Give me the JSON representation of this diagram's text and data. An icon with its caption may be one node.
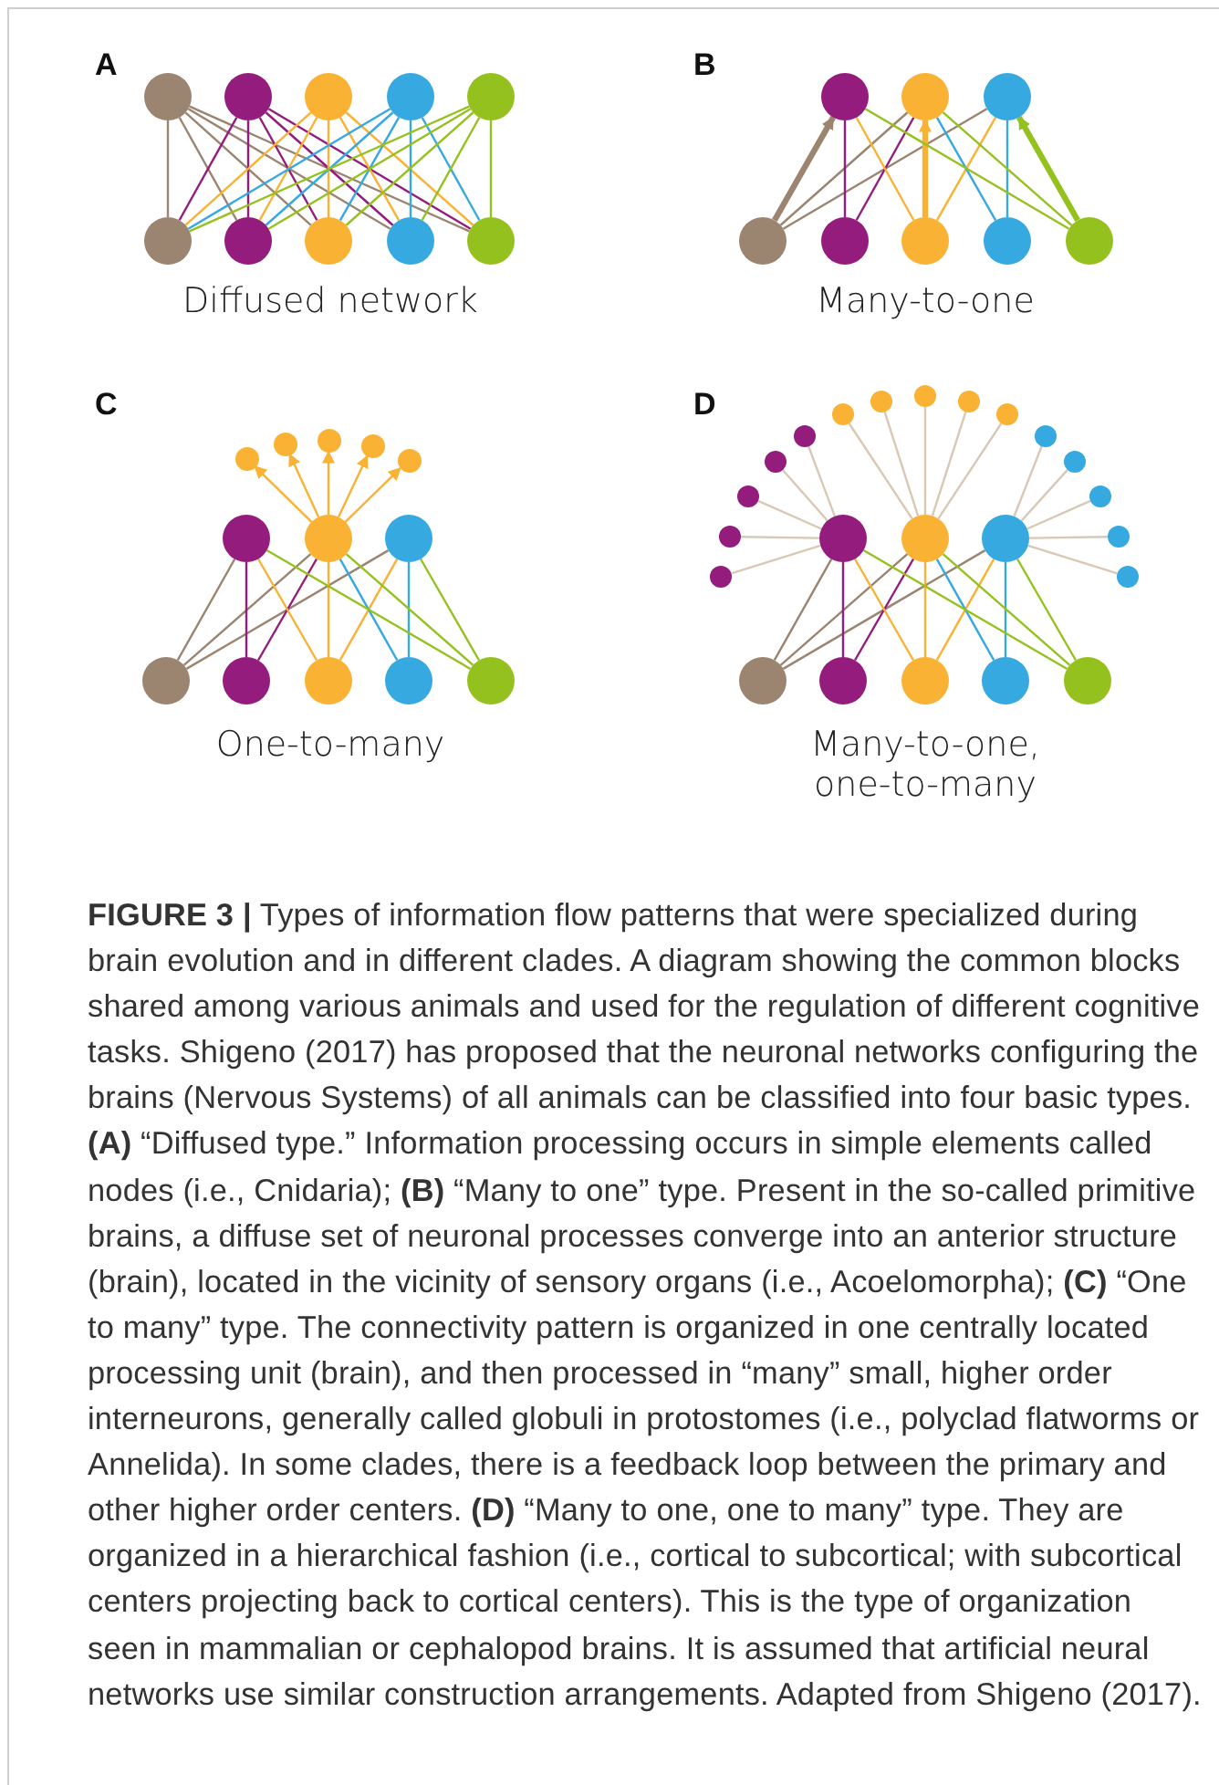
{
  "diagram": {
    "caption": "**FIGURE 3 |** Types of information flow patterns that were specialized during brain evolution and in different clades. A diagram showing the common blocks shared among various animals and used for the regulation of different cognitive tasks. Shigeno (2017) has proposed that the neuronal networks configuring the brains (Nervous Systems) of all animals can be classified into four basic types. **(A)** “Diffused type.” Information processing occurs in simple elements called nodes (i.e., Cnidaria); **(B)** “Many to one” type. Present in the so-called primitive brains, a diffuse set of neuronal processes converge into an anterior structure (brain), located in the vicinity of sensory organs (i.e., Acoelomorpha); **(C)** “One to many” type. The connectivity pattern is organized in one centrally located processing unit (brain), and then processed in “many” small, higher order interneurons, generally called globuli in protostomes (i.e., polyclad flatworms or Annelida). In some clades, there is a feedback loop between the primary and other higher order centers. **(D)** “Many to one, one to many” type. They are organized in a hierarchical fashion (i.e., cortical to subcortical; with subcortical centers projecting back to cortical centers). This is the type of organization seen in mammalian or cephalopod brains. It is assumed that artificial neural networks use similar construction arrangements. Adapted from Shigeno (2017).",
    "nodes": [
      {
        "text": [],
        "shape": "circle"
      },
      {
        "text": [],
        "shape": "circle"
      },
      {
        "text": [],
        "shape": "circle"
      },
      {
        "text": [],
        "shape": "circle"
      },
      {
        "text": [],
        "shape": "circle"
      },
      {
        "text": [],
        "shape": "circle"
      },
      {
        "text": [],
        "shape": "circle"
      },
      {
        "text": [],
        "shape": "circle"
      },
      {
        "text": [],
        "shape": "circle"
      },
      {
        "text": [],
        "shape": "circle"
      },
      {
        "text": [],
        "shape": "circle"
      },
      {
        "text": [],
        "shape": "circle"
      },
      {
        "text": [],
        "shape": "circle"
      },
      {
        "text": [],
        "shape": "circle"
      },
      {
        "text": [],
        "shape": "circle"
      },
      {
        "text": [],
        "shape": "circle"
      },
      {
        "text": [],
        "shape": "circle"
      },
      {
        "text": [],
        "shape": "circle"
      },
      {
        "text": [],
        "shape": "circle"
      },
      {
        "text": [],
        "shape": "circle"
      },
      {
        "text": [],
        "shape": "circle"
      },
      {
        "text": [],
        "shape": "circle"
      },
      {
        "text": [],
        "shape": "circle"
      },
      {
        "text": [],
        "shape": "circle"
      },
      {
        "text": [],
        "shape": "circle"
      },
      {
        "text": [],
        "shape": "circle"
      },
      {
        "text": [],
        "shape": "circle"
      },
      {
        "text": [],
        "shape": "circle"
      },
      {
        "text": [],
        "shape": "circle"
      },
      {
        "text": [],
        "shape": "circle"
      },
      {
        "text": [],
        "shape": "circle"
      },
      {
        "text": [],
        "shape": "circle"
      },
      {
        "text": [],
        "shape": "circle"
      },
      {
        "text": [],
        "shape": "circle"
      },
      {
        "text": [],
        "shape": "circle"
      },
      {
        "text": [],
        "shape": "circle"
      },
      {
        "text": [],
        "shape": "circle"
      },
      {
        "text": [],
        "shape": "circle"
      },
      {
        "text": [],
        "shape": "circle"
      },
      {
        "text": [],
        "shape": "circle"
      },
      {
        "text": [],
        "shape": "circle"
      },
      {
        "text": [],
        "shape": "circle"
      },
      {
        "text": [],
        "shape": "circle"
      },
      {
        "text": [],
        "shape": "circle"
      },
      {
        "text": [],
        "shape": "circle"
      },
      {
        "text": [],
        "shape": "circle"
      },
      {
        "text": [],
        "shape": "circle"
      },
      {
        "text": [],
        "shape": "circle"
      },
      {
        "text": [],
        "shape": "circle"
      },
      {
        "text": [],
        "shape": "circle"
      },
      {
        "text": [],
        "shape": "circle"
      },
      {
        "text": [],
        "shape": "circle"
      },
      {
        "text": [],
        "shape": "circle"
      },
      {
        "text": [],
        "shape": "circle"
      }
    ],
    "edges": [
      {
        "from": 0,
        "to": 5,
        "arrow": "none",
        "color": "#9b8470"
      },
      {
        "from": 0,
        "to": 6,
        "arrow": "none",
        "color": "#9b8470"
      },
      {
        "from": 0,
        "to": 7,
        "arrow": "none",
        "color": "#9b8470"
      },
      {
        "from": 0,
        "to": 8,
        "arrow": "none",
        "color": "#9b8470"
      },
      {
        "from": 0,
        "to": 9,
        "arrow": "none",
        "color": "#9b8470"
      },
      {
        "from": 1,
        "to": 5,
        "arrow": "none",
        "color": "#931c7c"
      },
      {
        "from": 1,
        "to": 6,
        "arrow": "none",
        "color": "#931c7c"
      },
      {
        "from": 1,
        "to": 7,
        "arrow": "none",
        "color": "#931c7c"
      },
      {
        "from": 1,
        "to": 8,
        "arrow": "none",
        "color": "#931c7c"
      },
      {
        "from": 1,
        "to": 9,
        "arrow": "none",
        "color": "#931c7c"
      },
      {
        "from": 2,
        "to": 5,
        "arrow": "none",
        "color": "#f9b233"
      },
      {
        "from": 2,
        "to": 6,
        "arrow": "none",
        "color": "#f9b233"
      },
      {
        "from": 2,
        "to": 7,
        "arrow": "none",
        "color": "#f9b233"
      },
      {
        "from": 2,
        "to": 8,
        "arrow": "none",
        "color": "#f9b233"
      },
      {
        "from": 2,
        "to": 9,
        "arrow": "none",
        "color": "#f9b233"
      },
      {
        "from": 3,
        "to": 5,
        "arrow": "none",
        "color": "#36a9e1"
      },
      {
        "from": 3,
        "to": 6,
        "arrow": "none",
        "color": "#36a9e1"
      },
      {
        "from": 3,
        "to": 7,
        "arrow": "none",
        "color": "#36a9e1"
      },
      {
        "from": 3,
        "to": 8,
        "arrow": "none",
        "color": "#36a9e1"
      },
      {
        "from": 3,
        "to": 9,
        "arrow": "none",
        "color": "#36a9e1"
      },
      {
        "from": 4,
        "to": 5,
        "arrow": "none",
        "color": "#95c11f"
      },
      {
        "from": 4,
        "to": 6,
        "arrow": "none",
        "color": "#95c11f"
      },
      {
        "from": 4,
        "to": 7,
        "arrow": "none",
        "color": "#95c11f"
      },
      {
        "from": 4,
        "to": 8,
        "arrow": "none",
        "color": "#95c11f"
      },
      {
        "from": 4,
        "to": 9,
        "arrow": "none",
        "color": "#95c11f"
      },
      {
        "from": 13,
        "to": 11,
        "arrow": "none",
        "color": "#9b8470"
      },
      {
        "from": 13,
        "to": 12,
        "arrow": "none",
        "color": "#9b8470"
      },
      {
        "from": 13,
        "to": 10,
        "arrow": "to",
        "style": "thick",
        "color": "#9b8470"
      },
      {
        "from": 14,
        "to": 10,
        "arrow": "none",
        "color": "#931c7c"
      },
      {
        "from": 14,
        "to": 11,
        "arrow": "none",
        "color": "#931c7c"
      },
      {
        "from": 15,
        "to": 10,
        "arrow": "none",
        "color": "#f9b233"
      },
      {
        "from": 15,
        "to": 12,
        "arrow": "none",
        "color": "#f9b233"
      },
      {
        "from": 15,
        "to": 11,
        "arrow": "to",
        "style": "thick",
        "color": "#f9b233"
      },
      {
        "from": 16,
        "to": 11,
        "arrow": "none",
        "color": "#36a9e1"
      },
      {
        "from": 16,
        "to": 12,
        "arrow": "none",
        "color": "#36a9e1"
      },
      {
        "from": 17,
        "to": 10,
        "arrow": "none",
        "color": "#95c11f"
      },
      {
        "from": 17,
        "to": 11,
        "arrow": "none",
        "color": "#95c11f"
      },
      {
        "from": 17,
        "to": 12,
        "arrow": "to",
        "style": "thick",
        "color": "#95c11f"
      },
      {
        "from": 24,
        "to": 18,
        "arrow": "to",
        "color": "#f9b233"
      },
      {
        "from": 24,
        "to": 19,
        "arrow": "to",
        "color": "#f9b233"
      },
      {
        "from": 24,
        "to": 20,
        "arrow": "to",
        "color": "#f9b233"
      },
      {
        "from": 24,
        "to": 21,
        "arrow": "to",
        "color": "#f9b233"
      },
      {
        "from": 24,
        "to": 22,
        "arrow": "to",
        "color": "#f9b233"
      },
      {
        "from": 26,
        "to": 23,
        "arrow": "none",
        "color": "#9b8470"
      },
      {
        "from": 26,
        "to": 24,
        "arrow": "none",
        "color": "#9b8470"
      },
      {
        "from": 26,
        "to": 25,
        "arrow": "none",
        "color": "#9b8470"
      },
      {
        "from": 27,
        "to": 23,
        "arrow": "none",
        "color": "#931c7c"
      },
      {
        "from": 27,
        "to": 24,
        "arrow": "none",
        "color": "#931c7c"
      },
      {
        "from": 28,
        "to": 23,
        "arrow": "none",
        "color": "#f9b233"
      },
      {
        "from": 28,
        "to": 24,
        "arrow": "none",
        "color": "#f9b233"
      },
      {
        "from": 28,
        "to": 25,
        "arrow": "none",
        "color": "#f9b233"
      },
      {
        "from": 29,
        "to": 24,
        "arrow": "none",
        "color": "#36a9e1"
      },
      {
        "from": 29,
        "to": 25,
        "arrow": "none",
        "color": "#36a9e1"
      },
      {
        "from": 30,
        "to": 23,
        "arrow": "none",
        "color": "#95c11f"
      },
      {
        "from": 30,
        "to": 24,
        "arrow": "none",
        "color": "#95c11f"
      },
      {
        "from": 30,
        "to": 25,
        "arrow": "none",
        "color": "#95c11f"
      },
      {
        "from": 46,
        "to": 31,
        "arrow": "none",
        "color": "#d8c8b4"
      },
      {
        "from": 46,
        "to": 32,
        "arrow": "none",
        "color": "#d8c8b4"
      },
      {
        "from": 46,
        "to": 33,
        "arrow": "none",
        "color": "#d8c8b4"
      },
      {
        "from": 46,
        "to": 34,
        "arrow": "none",
        "color": "#d8c8b4"
      },
      {
        "from": 46,
        "to": 35,
        "arrow": "none",
        "color": "#d8c8b4"
      },
      {
        "from": 47,
        "to": 36,
        "arrow": "none",
        "color": "#d8c8b4"
      },
      {
        "from": 47,
        "to": 37,
        "arrow": "none",
        "color": "#d8c8b4"
      },
      {
        "from": 47,
        "to": 38,
        "arrow": "none",
        "color": "#d8c8b4"
      },
      {
        "from": 47,
        "to": 39,
        "arrow": "none",
        "color": "#d8c8b4"
      },
      {
        "from": 47,
        "to": 40,
        "arrow": "none",
        "color": "#d8c8b4"
      },
      {
        "from": 48,
        "to": 41,
        "arrow": "none",
        "color": "#d8c8b4"
      },
      {
        "from": 48,
        "to": 42,
        "arrow": "none",
        "color": "#d8c8b4"
      },
      {
        "from": 48,
        "to": 43,
        "arrow": "none",
        "color": "#d8c8b4"
      },
      {
        "from": 48,
        "to": 44,
        "arrow": "none",
        "color": "#d8c8b4"
      },
      {
        "from": 48,
        "to": 45,
        "arrow": "none",
        "color": "#d8c8b4"
      },
      {
        "from": 49,
        "to": 46,
        "arrow": "none",
        "color": "#9b8470"
      },
      {
        "from": 49,
        "to": 47,
        "arrow": "none",
        "color": "#9b8470"
      },
      {
        "from": 49,
        "to": 48,
        "arrow": "none",
        "color": "#9b8470"
      },
      {
        "from": 50,
        "to": 46,
        "arrow": "none",
        "color": "#931c7c"
      },
      {
        "from": 50,
        "to": 47,
        "arrow": "none",
        "color": "#931c7c"
      },
      {
        "from": 51,
        "to": 46,
        "arrow": "none",
        "color": "#f9b233"
      },
      {
        "from": 51,
        "to": 47,
        "arrow": "none",
        "color": "#f9b233"
      },
      {
        "from": 51,
        "to": 48,
        "arrow": "none",
        "color": "#f9b233"
      },
      {
        "from": 52,
        "to": 47,
        "arrow": "none",
        "color": "#36a9e1"
      },
      {
        "from": 52,
        "to": 48,
        "arrow": "none",
        "color": "#36a9e1"
      },
      {
        "from": 53,
        "to": 46,
        "arrow": "none",
        "color": "#95c11f"
      },
      {
        "from": 53,
        "to": 47,
        "arrow": "none",
        "color": "#95c11f"
      },
      {
        "from": 53,
        "to": 48,
        "arrow": "none",
        "color": "#95c11f"
      }
    ],
    "labels": [
      "A",
      "B",
      "Diffused network",
      "Many-to-one",
      "C",
      "D",
      "One-to-many",
      "Many-to-one, one-to-many"
    ]
  }
}
